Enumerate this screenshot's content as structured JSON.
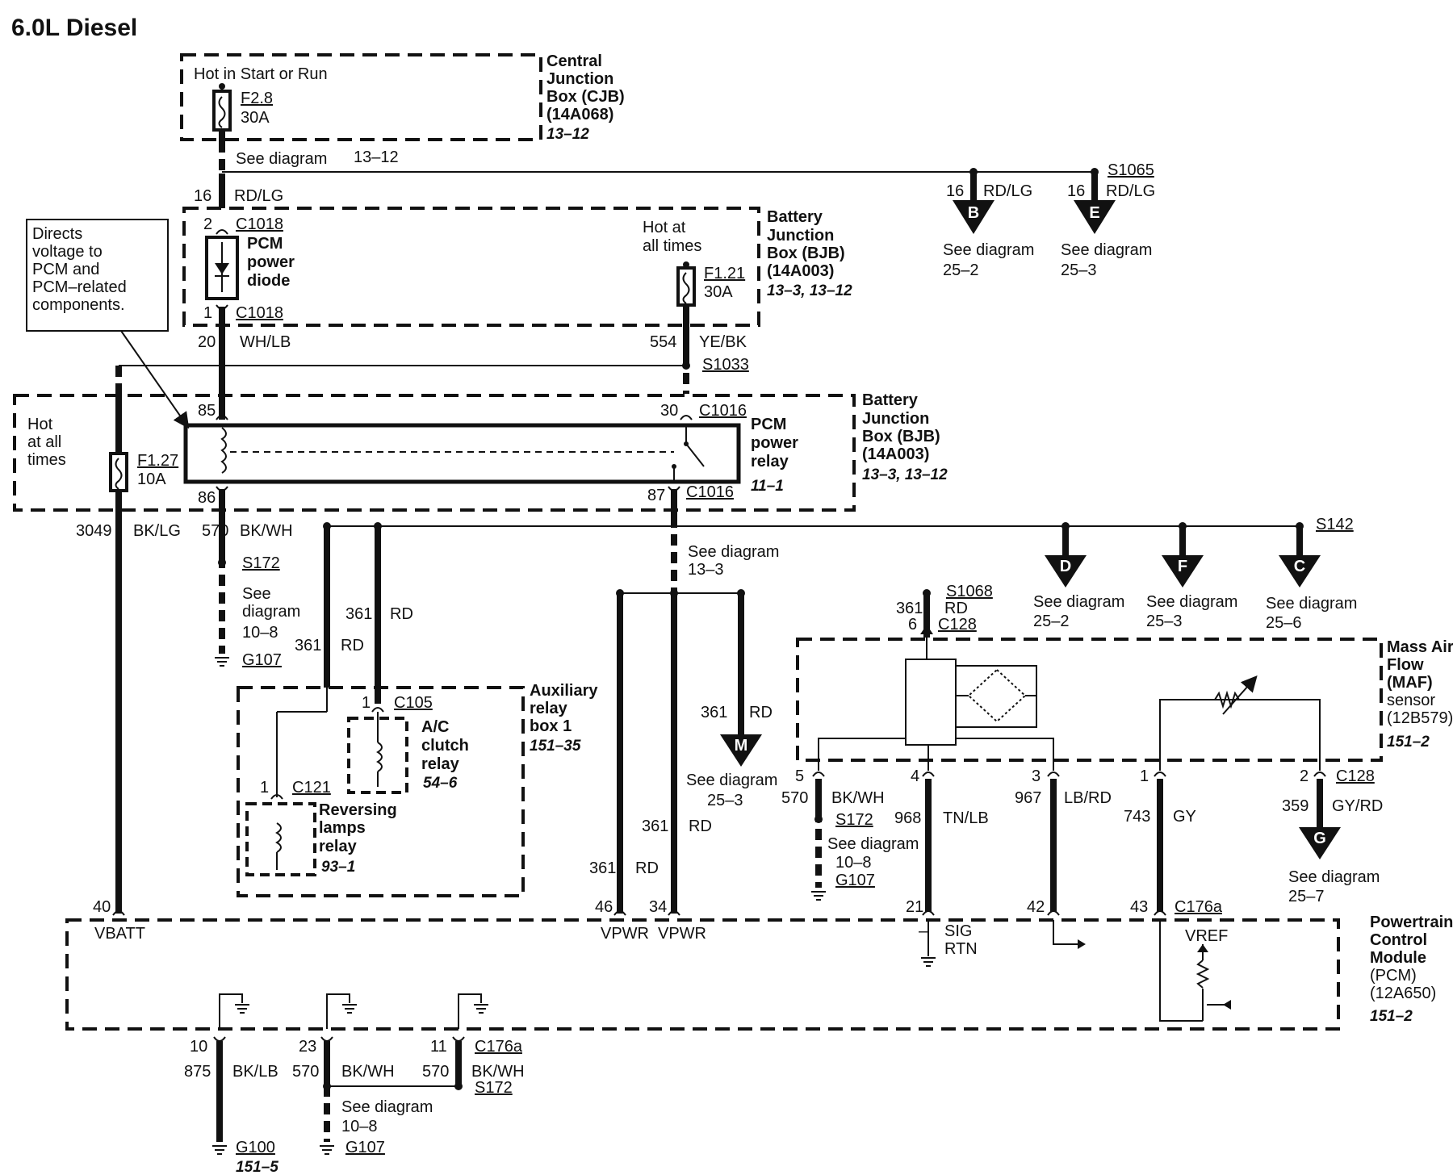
{
  "title": "6.0L Diesel",
  "cjb": {
    "hot_label": "Hot in Start or Run",
    "fuse_id": "F2.8",
    "fuse_amp": "30A",
    "see_diagram": "See diagram",
    "see_ref": "13–12",
    "name_lines": [
      "Central",
      "Junction",
      "Box (CJB)",
      "(14A068)"
    ],
    "ref": "13–12"
  },
  "wire16": {
    "circuit": "16",
    "color": "RD/LG"
  },
  "branch_b": {
    "circuit": "16",
    "color": "RD/LG",
    "letter": "B",
    "see_label": "See diagram",
    "ref": "25–2"
  },
  "branch_e": {
    "splice": "S1065",
    "circuit": "16",
    "color": "RD/LG",
    "letter": "E",
    "see_label": "See diagram",
    "ref": "25–3"
  },
  "bjb_top": {
    "pin_top": "2",
    "conn_top": "C1018",
    "diode_lines": [
      "PCM",
      "power",
      "diode"
    ],
    "pin_bottom": "1",
    "conn_bottom": "C1018",
    "hot_lines": [
      "Hot at",
      "all times"
    ],
    "fuse_id": "F1.21",
    "fuse_amp": "30A",
    "name_lines": [
      "Battery",
      "Junction",
      "Box (BJB)",
      "(14A003)"
    ],
    "ref": "13–3, 13–12"
  },
  "note": {
    "lines": [
      "Directs",
      "voltage to",
      "PCM and",
      "PCM–related",
      "components."
    ]
  },
  "wire20": {
    "circuit": "20",
    "color": "WH/LB"
  },
  "wire554": {
    "circuit": "554",
    "color": "YE/BK",
    "splice": "S1033"
  },
  "bjb_relay": {
    "hot_lines": [
      "Hot",
      "at all",
      "times"
    ],
    "fuse_id": "F1.27",
    "fuse_amp": "10A",
    "pin85": "85",
    "pin86": "86",
    "pin30": "30",
    "pin87": "87",
    "conn30": "C1016",
    "conn87": "C1016",
    "relay_lines": [
      "PCM",
      "power",
      "relay"
    ],
    "relay_ref": "11–1",
    "name_lines": [
      "Battery",
      "Junction",
      "Box (BJB)",
      "(14A003)"
    ],
    "ref": "13–3, 13–12"
  },
  "wire3049": {
    "circuit": "3049",
    "color": "BK/LG"
  },
  "wire570": {
    "circuit": "570",
    "color": "BK/WH",
    "splice": "S172",
    "see_lines": [
      "See",
      "diagram",
      "10–8"
    ],
    "ground": "G107"
  },
  "wire361_a": {
    "circuit": "361",
    "color": "RD"
  },
  "wire361_b": {
    "circuit": "361",
    "color": "RD"
  },
  "vpwr_see": {
    "label": "See diagram",
    "ref": "13–3"
  },
  "s142": {
    "splice": "S142",
    "d": {
      "letter": "D",
      "see_label": "See diagram",
      "ref": "25–2"
    },
    "f": {
      "letter": "F",
      "see_label": "See diagram",
      "ref": "25–3"
    },
    "c": {
      "letter": "C",
      "see_label": "See diagram",
      "ref": "25–6"
    }
  },
  "aux": {
    "pin_c105": "1",
    "conn_c105": "C105",
    "ac_lines": [
      "A/C",
      "clutch",
      "relay"
    ],
    "ac_ref": "54–6",
    "pin_c121": "1",
    "conn_c121": "C121",
    "rev_lines": [
      "Reversing",
      "lamps",
      "relay"
    ],
    "rev_ref": "93–1",
    "name_lines": [
      "Auxiliary",
      "relay",
      "box 1"
    ],
    "ref": "151–35"
  },
  "branch_m": {
    "circuit": "361",
    "color": "RD",
    "letter": "M",
    "see_label": "See diagram",
    "ref": "25–3"
  },
  "wire361_c": {
    "circuit": "361",
    "color": "RD"
  },
  "wire361_d": {
    "circuit": "361",
    "color": "RD"
  },
  "maf": {
    "splice": "S1068",
    "circuit": "361",
    "color": "RD",
    "pin": "6",
    "conn": "C128",
    "name_lines": [
      "Mass Air",
      "Flow",
      "(MAF)",
      "sensor",
      "(12B579)"
    ],
    "ref": "151–2",
    "p5": "5",
    "p4": "4",
    "p3": "3",
    "p1": "1",
    "p2": "2",
    "conn_bottom": "C128"
  },
  "maf_wires": {
    "w570": {
      "circuit": "570",
      "color": "BK/WH",
      "splice": "S172",
      "see_label": "See diagram",
      "see_ref": "10–8",
      "ground": "G107"
    },
    "w968": {
      "circuit": "968",
      "color": "TN/LB"
    },
    "w967": {
      "circuit": "967",
      "color": "LB/RD"
    },
    "w743": {
      "circuit": "743",
      "color": "GY"
    },
    "w359": {
      "circuit": "359",
      "color": "GY/RD",
      "letter": "G",
      "see_label": "See diagram",
      "ref": "25–7"
    }
  },
  "pcm": {
    "pin40": "40",
    "pin46": "46",
    "pin34": "34",
    "pin21": "21",
    "pin42": "42",
    "pin43": "43",
    "conn": "C176a",
    "vbatt": "VBATT",
    "vpwr1": "VPWR",
    "vpwr2": "VPWR",
    "sig": "SIG",
    "rtn": "RTN",
    "vref": "VREF",
    "minus": "–",
    "name_lines": [
      "Powertrain",
      "Control",
      "Module",
      "(PCM)",
      "(12A650)"
    ],
    "ref": "151–2"
  },
  "grounds": {
    "p10": "10",
    "p23": "23",
    "p11": "11",
    "conn": "C176a",
    "w875": {
      "circuit": "875",
      "color": "BK/LB",
      "ground": "G100",
      "ref": "151–5"
    },
    "w570a": {
      "circuit": "570",
      "color": "BK/WH",
      "see_label": "See diagram",
      "see_ref": "10–8",
      "ground": "G107"
    },
    "w570b": {
      "circuit": "570",
      "color": "BK/WH",
      "splice": "S172"
    }
  }
}
